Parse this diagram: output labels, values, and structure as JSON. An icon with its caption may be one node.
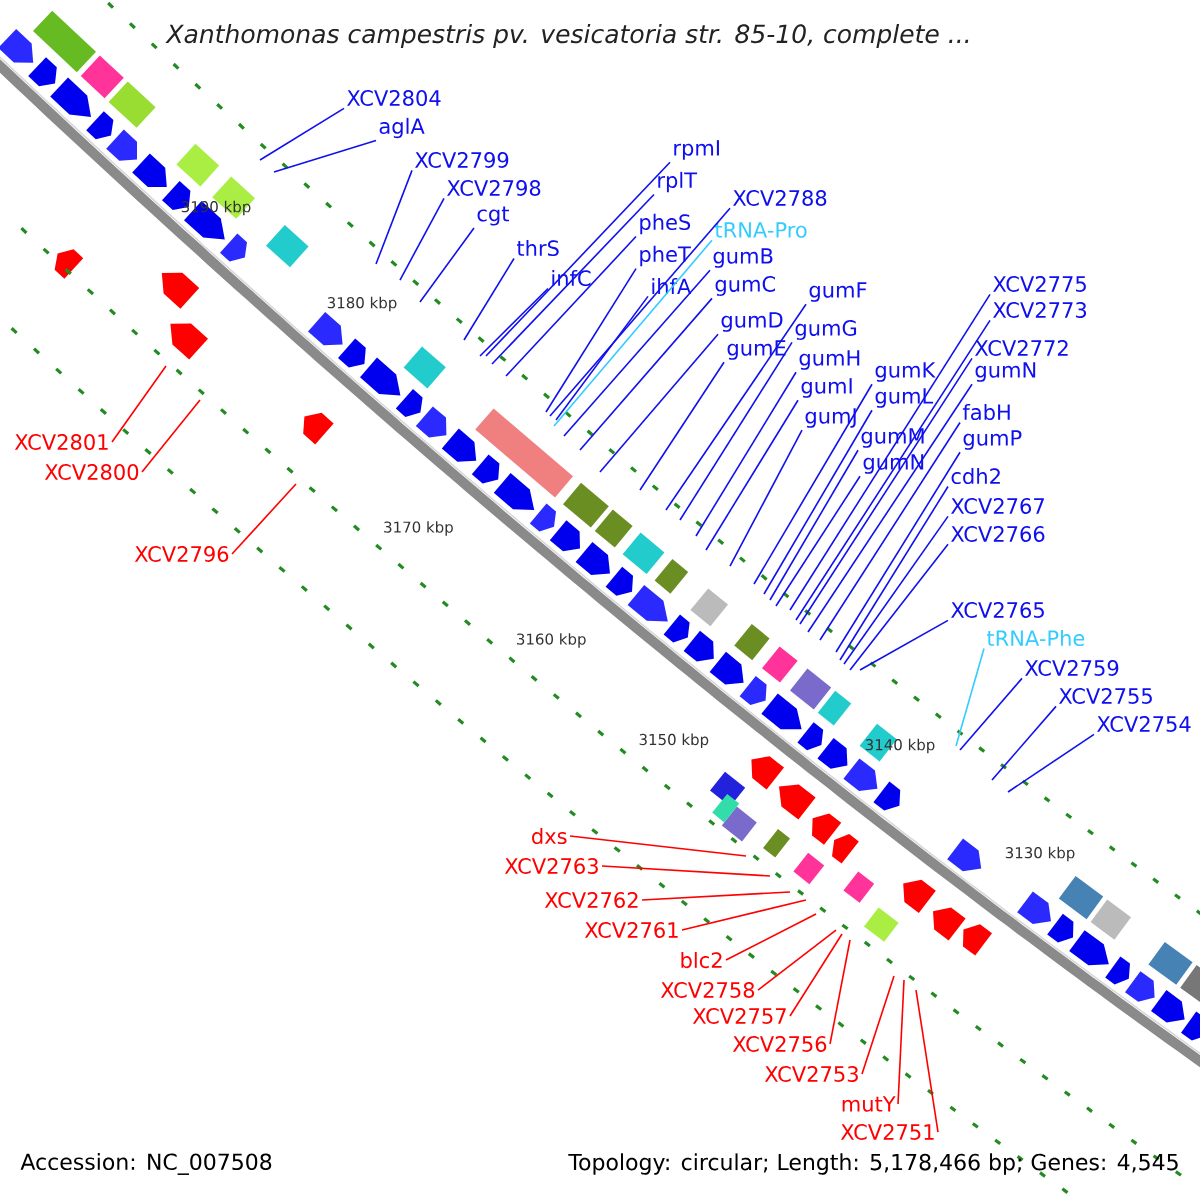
{
  "diagram": {
    "title": "Xanthomonas campestris pv. vesicatoria str. 85-10, complete ...",
    "nodes": [
      {
        "text": [
          "XCV2804"
        ]
      },
      {
        "text": [
          "aglA"
        ]
      },
      {
        "text": [
          "XCV2799"
        ]
      },
      {
        "text": [
          "XCV2798"
        ]
      },
      {
        "text": [
          "cgt"
        ]
      },
      {
        "text": [
          "thrS"
        ]
      },
      {
        "text": [
          "infC"
        ]
      },
      {
        "text": [
          "rpmI"
        ]
      },
      {
        "text": [
          "rplT"
        ]
      },
      {
        "text": [
          "pheS"
        ]
      },
      {
        "text": [
          "pheT"
        ]
      },
      {
        "text": [
          "ihfA"
        ]
      },
      {
        "text": [
          "XCV2788"
        ]
      },
      {
        "text": [
          "tRNA-Pro"
        ]
      },
      {
        "text": [
          "gumB"
        ]
      },
      {
        "text": [
          "gumC"
        ]
      },
      {
        "text": [
          "gumD"
        ]
      },
      {
        "text": [
          "gumE"
        ]
      },
      {
        "text": [
          "gumF"
        ]
      },
      {
        "text": [
          "gumG"
        ]
      },
      {
        "text": [
          "gumH"
        ]
      },
      {
        "text": [
          "gumI"
        ]
      },
      {
        "text": [
          "gumJ"
        ]
      },
      {
        "text": [
          "gumK"
        ]
      },
      {
        "text": [
          "gumL"
        ]
      },
      {
        "text": [
          "gumM"
        ]
      },
      {
        "text": [
          "gumN"
        ]
      },
      {
        "text": [
          "XCV2775"
        ]
      },
      {
        "text": [
          "XCV2773"
        ]
      },
      {
        "text": [
          "XCV2772"
        ]
      },
      {
        "text": [
          "gumN"
        ]
      },
      {
        "text": [
          "fabH"
        ]
      },
      {
        "text": [
          "gumP"
        ]
      },
      {
        "text": [
          "cdh2"
        ]
      },
      {
        "text": [
          "XCV2767"
        ]
      },
      {
        "text": [
          "XCV2766"
        ]
      },
      {
        "text": [
          "XCV2765"
        ]
      },
      {
        "text": [
          "tRNA-Phe"
        ]
      },
      {
        "text": [
          "XCV2759"
        ]
      },
      {
        "text": [
          "XCV2755"
        ]
      },
      {
        "text": [
          "XCV2754"
        ]
      },
      {
        "text": [
          "XCV2801"
        ]
      },
      {
        "text": [
          "XCV2800"
        ]
      },
      {
        "text": [
          "XCV2796"
        ]
      },
      {
        "text": [
          "dxs"
        ]
      },
      {
        "text": [
          "XCV2763"
        ]
      },
      {
        "text": [
          "XCV2762"
        ]
      },
      {
        "text": [
          "XCV2761"
        ]
      },
      {
        "text": [
          "blc2"
        ]
      },
      {
        "text": [
          "XCV2758"
        ]
      },
      {
        "text": [
          "XCV2757"
        ]
      },
      {
        "text": [
          "XCV2756"
        ]
      },
      {
        "text": [
          "XCV2753"
        ]
      },
      {
        "text": [
          "mutY"
        ]
      },
      {
        "text": [
          "XCV2751"
        ]
      }
    ],
    "edges": [
      {
        "from": 0,
        "to": null,
        "arrow": "none"
      },
      {
        "from": 1,
        "to": null,
        "arrow": "none"
      },
      {
        "from": 2,
        "to": null,
        "arrow": "none"
      },
      {
        "from": 3,
        "to": null,
        "arrow": "none"
      },
      {
        "from": 4,
        "to": null,
        "arrow": "none"
      },
      {
        "from": 5,
        "to": null,
        "arrow": "none"
      },
      {
        "from": 6,
        "to": null,
        "arrow": "none"
      },
      {
        "from": 7,
        "to": null,
        "arrow": "none"
      },
      {
        "from": 8,
        "to": null,
        "arrow": "none"
      },
      {
        "from": 9,
        "to": null,
        "arrow": "none"
      },
      {
        "from": 10,
        "to": null,
        "arrow": "none"
      },
      {
        "from": 11,
        "to": null,
        "arrow": "none"
      },
      {
        "from": 12,
        "to": null,
        "arrow": "none"
      },
      {
        "from": 13,
        "to": null,
        "arrow": "none",
        "color": "#33ccff"
      },
      {
        "from": 14,
        "to": null,
        "arrow": "none"
      },
      {
        "from": 15,
        "to": null,
        "arrow": "none"
      },
      {
        "from": 16,
        "to": null,
        "arrow": "none"
      },
      {
        "from": 17,
        "to": null,
        "arrow": "none"
      },
      {
        "from": 18,
        "to": null,
        "arrow": "none"
      },
      {
        "from": 19,
        "to": null,
        "arrow": "none"
      },
      {
        "from": 20,
        "to": null,
        "arrow": "none"
      },
      {
        "from": 21,
        "to": null,
        "arrow": "none"
      },
      {
        "from": 22,
        "to": null,
        "arrow": "none"
      },
      {
        "from": 23,
        "to": null,
        "arrow": "none"
      },
      {
        "from": 24,
        "to": null,
        "arrow": "none"
      },
      {
        "from": 25,
        "to": null,
        "arrow": "none"
      },
      {
        "from": 26,
        "to": null,
        "arrow": "none"
      },
      {
        "from": 27,
        "to": null,
        "arrow": "none"
      },
      {
        "from": 28,
        "to": null,
        "arrow": "none"
      },
      {
        "from": 29,
        "to": null,
        "arrow": "none"
      },
      {
        "from": 30,
        "to": null,
        "arrow": "none"
      },
      {
        "from": 31,
        "to": null,
        "arrow": "none"
      },
      {
        "from": 32,
        "to": null,
        "arrow": "none"
      },
      {
        "from": 33,
        "to": null,
        "arrow": "none"
      },
      {
        "from": 34,
        "to": null,
        "arrow": "none"
      },
      {
        "from": 35,
        "to": null,
        "arrow": "none"
      },
      {
        "from": 36,
        "to": null,
        "arrow": "none"
      },
      {
        "from": 37,
        "to": null,
        "arrow": "none",
        "color": "#33ccff"
      },
      {
        "from": 38,
        "to": null,
        "arrow": "none"
      },
      {
        "from": 39,
        "to": null,
        "arrow": "none"
      },
      {
        "from": 40,
        "to": null,
        "arrow": "none"
      },
      {
        "from": 41,
        "to": null,
        "arrow": "none",
        "color": "#ff0000"
      },
      {
        "from": 42,
        "to": null,
        "arrow": "none",
        "color": "#ff0000"
      },
      {
        "from": 43,
        "to": null,
        "arrow": "none",
        "color": "#ff0000"
      },
      {
        "from": 44,
        "to": null,
        "arrow": "none",
        "color": "#ff0000"
      },
      {
        "from": 45,
        "to": null,
        "arrow": "none",
        "color": "#ff0000"
      },
      {
        "from": 46,
        "to": null,
        "arrow": "none",
        "color": "#ff0000"
      },
      {
        "from": 47,
        "to": null,
        "arrow": "none",
        "color": "#ff0000"
      },
      {
        "from": 48,
        "to": null,
        "arrow": "none",
        "color": "#ff0000"
      },
      {
        "from": 49,
        "to": null,
        "arrow": "none",
        "color": "#ff0000"
      },
      {
        "from": 50,
        "to": null,
        "arrow": "none",
        "color": "#ff0000"
      },
      {
        "from": 51,
        "to": null,
        "arrow": "none",
        "color": "#ff0000"
      },
      {
        "from": 52,
        "to": null,
        "arrow": "none",
        "color": "#ff0000"
      },
      {
        "from": 53,
        "to": null,
        "arrow": "none",
        "color": "#ff0000"
      },
      {
        "from": 54,
        "to": null,
        "arrow": "none",
        "color": "#ff0000"
      }
    ],
    "labels": [
      "3190 kbp",
      "3180 kbp",
      "3170 kbp",
      "3160 kbp",
      "3150 kbp",
      "3140 kbp",
      "3130 kbp",
      "Accession: NC_007508",
      "Topology: circular; Length: 5,178,466 bp; Genes: 4,545"
    ]
  }
}
